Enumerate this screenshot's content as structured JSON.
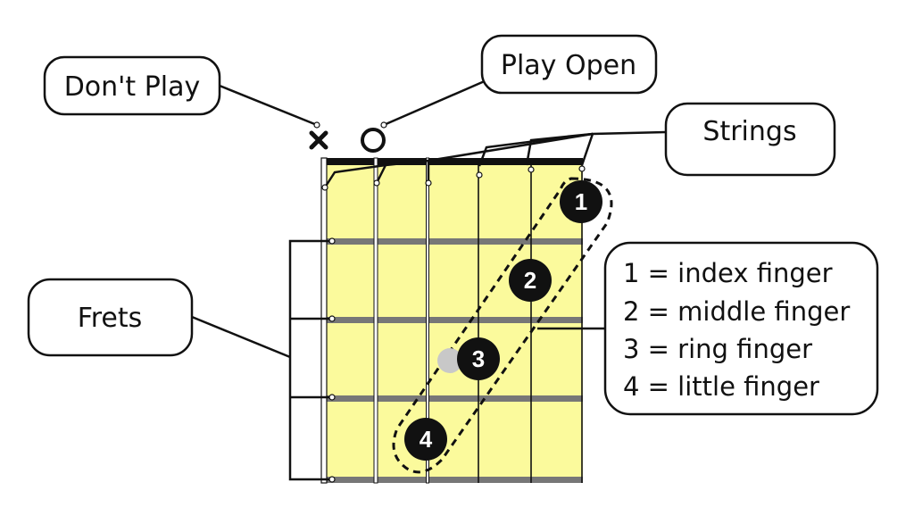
{
  "callouts": {
    "dont_play": "Don't Play",
    "play_open": "Play Open",
    "strings": "Strings",
    "frets": "Frets"
  },
  "markers": {
    "muted": "x-icon",
    "open": "circle-icon"
  },
  "fingers": [
    "1",
    "2",
    "3",
    "4"
  ],
  "legend": [
    "1 = index finger",
    "2 = middle finger",
    "3 = ring finger",
    "4 = little finger"
  ],
  "colors": {
    "fretboard": "#fbfa9c",
    "fret": "#777777",
    "dot": "#111111"
  }
}
